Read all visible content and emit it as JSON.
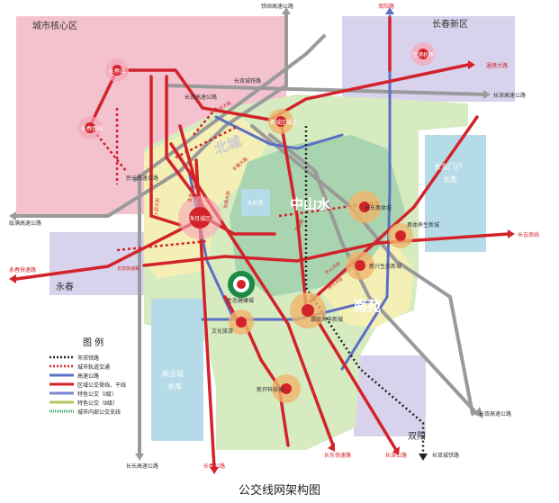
{
  "map": {
    "caption": "公交线网架构图",
    "zones": {
      "core": "城市核心区",
      "changchun_new": "长春新区",
      "beicheng": "北城",
      "zhongshanshui": "中山水",
      "nanyuan": "南苑",
      "yongchun": "永春",
      "shuangyang": "双阳",
      "changdong_gate": "长东门户",
      "changdong_gate_sub": "水库",
      "xincheng": "新立城",
      "xincheng_sub": "水库"
    },
    "edge_labels": {
      "top_highway": "铁硕高速公路",
      "top_red": "双阳路",
      "right_top_red": "通港大路",
      "right_changshen": "长深高速公路",
      "right_changji": "长吉南线",
      "left_highway": "绥满高速公路",
      "left_red": "永春快速路",
      "right_changshuang": "长双高速公路",
      "bottom_changyu": "长长高速公路",
      "bottom_changchun": "长春公路",
      "bottom_changshen2": "长东快速路",
      "bottom_changsheng": "长深公路",
      "bottom_rail": "长双城铁路",
      "inner_changshuang": "长双城铁路",
      "inner_fw": "民长高速公路",
      "inner_airport": "长双高速公路"
    },
    "stations": [
      {
        "name": "长春站"
      },
      {
        "name": "长春西站"
      },
      {
        "name": "空港机场"
      },
      {
        "name": "新城区域区"
      },
      {
        "name": "净月城区"
      },
      {
        "name": "长东奥体城"
      },
      {
        "name": "奥体养生新城"
      },
      {
        "name": "新兴生态新城"
      },
      {
        "name": "生态健康城"
      },
      {
        "name": "慕尚天丰新城"
      },
      {
        "name": "文化旅游"
      },
      {
        "name": "新开科技城"
      }
    ],
    "small_labels": {
      "l1": "人民大街",
      "l2": "亚泰大街",
      "l3": "东南大街",
      "l4": "长春大路",
      "l5": "卫星路",
      "l6": "水心大街",
      "l7": "净月大街",
      "l8": "创业大街",
      "l9": "净月潭",
      "l10": "长双快速路"
    },
    "legend": {
      "title": "图  例",
      "items": [
        {
          "label": "市郊铁路"
        },
        {
          "label": "城市轨道交通"
        },
        {
          "label": "高速公路"
        },
        {
          "label": "区域公交骨线、干线"
        },
        {
          "label": "特色公交（Ⅰ级）"
        },
        {
          "label": "特色公交（Ⅱ级）"
        },
        {
          "label": "城市内部公交支线"
        }
      ]
    },
    "colors": {
      "core_pink": "#f4c2cf",
      "new_purple": "#d9d2ec",
      "green_dark": "#a9d4b0",
      "green_light": "#d6ebc0",
      "yellow": "#f3efb5",
      "water": "#b6dbe8",
      "red_line": "#d2232a",
      "rail_dot": "#222222",
      "highway_gray": "#9a9a9a",
      "highway_blue": "#5b6fc4",
      "hub_orange": "#f0b46a",
      "dark_green": "#1e8a47"
    }
  }
}
